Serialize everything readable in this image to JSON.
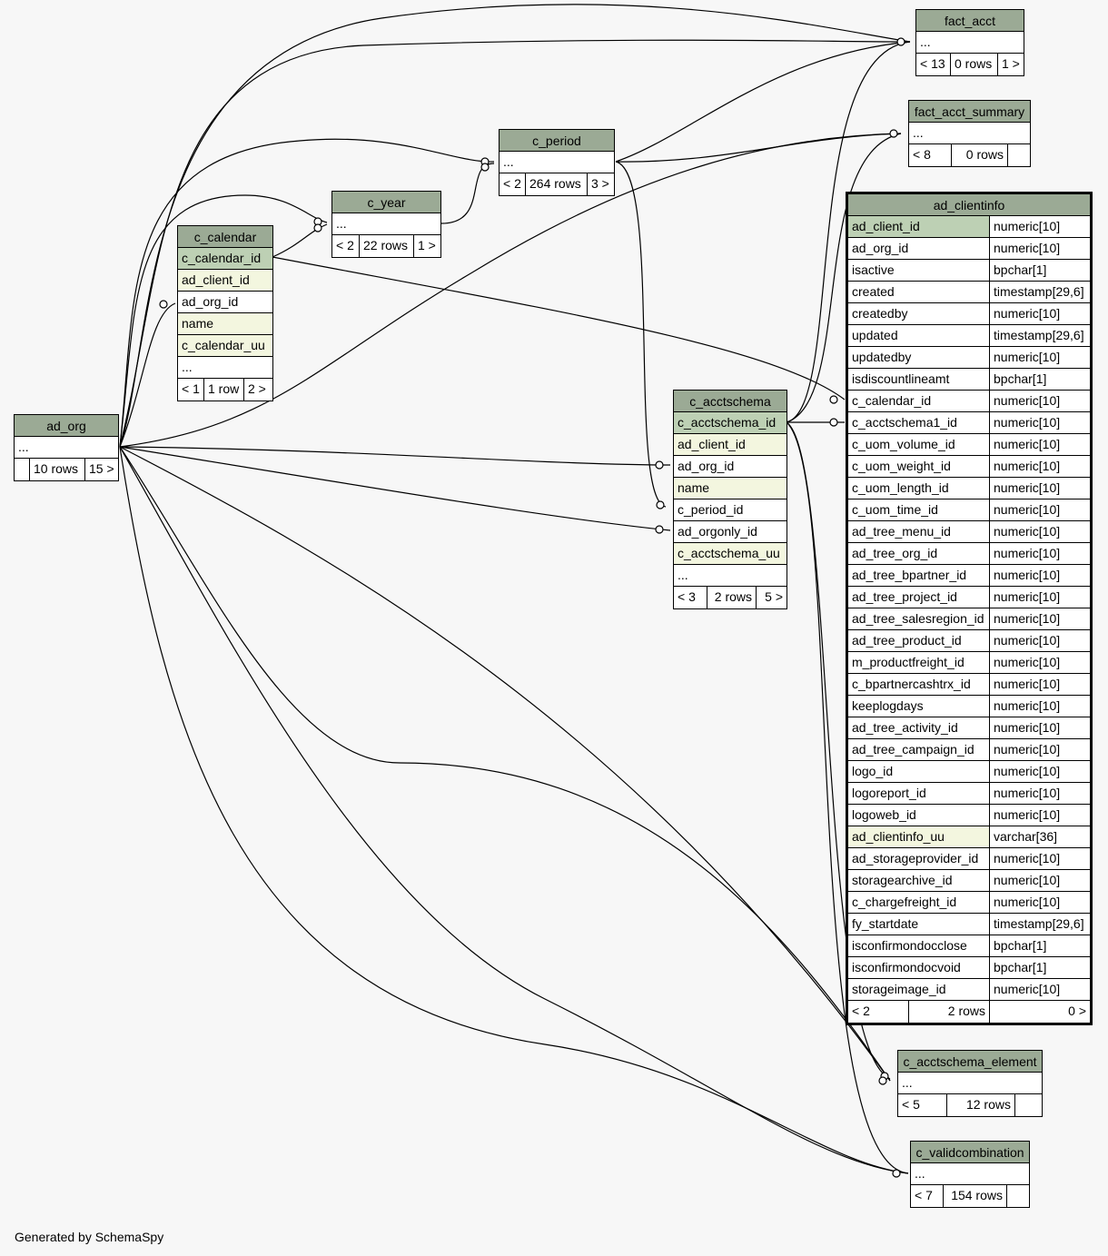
{
  "footer": "Generated by SchemaSpy",
  "tables": {
    "fact_acct": {
      "name": "fact_acct",
      "rows": [
        "..."
      ],
      "footer": [
        "< 13",
        "0 rows",
        "1 >"
      ]
    },
    "fact_acct_summary": {
      "name": "fact_acct_summary",
      "rows": [
        "..."
      ],
      "footer": [
        "< 8",
        "0 rows",
        ""
      ]
    },
    "c_period": {
      "name": "c_period",
      "rows": [
        "..."
      ],
      "footer": [
        "< 2",
        "264 rows",
        "3 >"
      ]
    },
    "c_year": {
      "name": "c_year",
      "rows": [
        "..."
      ],
      "footer": [
        "< 2",
        "22 rows",
        "1 >"
      ]
    },
    "c_calendar": {
      "name": "c_calendar",
      "rows": [
        "c_calendar_id",
        "ad_client_id",
        "ad_org_id",
        "name",
        "c_calendar_uu",
        "..."
      ],
      "footer": [
        "< 1",
        "1 row",
        "2 >"
      ]
    },
    "ad_org": {
      "name": "ad_org",
      "rows": [
        "..."
      ],
      "footer": [
        "",
        "10 rows",
        "15 >"
      ]
    },
    "c_acctschema": {
      "name": "c_acctschema",
      "rows": [
        "c_acctschema_id",
        "ad_client_id",
        "ad_org_id",
        "name",
        "c_period_id",
        "ad_orgonly_id",
        "c_acctschema_uu",
        "..."
      ],
      "footer": [
        "< 3",
        "2 rows",
        "5 >"
      ]
    },
    "c_acctschema_element": {
      "name": "c_acctschema_element",
      "rows": [
        "..."
      ],
      "footer": [
        "< 5",
        "12 rows",
        ""
      ]
    },
    "c_validcombination": {
      "name": "c_validcombination",
      "rows": [
        "..."
      ],
      "footer": [
        "< 7",
        "154 rows",
        ""
      ]
    },
    "ad_clientinfo": {
      "name": "ad_clientinfo",
      "columns": [
        [
          "ad_client_id",
          "numeric[10]"
        ],
        [
          "ad_org_id",
          "numeric[10]"
        ],
        [
          "isactive",
          "bpchar[1]"
        ],
        [
          "created",
          "timestamp[29,6]"
        ],
        [
          "createdby",
          "numeric[10]"
        ],
        [
          "updated",
          "timestamp[29,6]"
        ],
        [
          "updatedby",
          "numeric[10]"
        ],
        [
          "isdiscountlineamt",
          "bpchar[1]"
        ],
        [
          "c_calendar_id",
          "numeric[10]"
        ],
        [
          "c_acctschema1_id",
          "numeric[10]"
        ],
        [
          "c_uom_volume_id",
          "numeric[10]"
        ],
        [
          "c_uom_weight_id",
          "numeric[10]"
        ],
        [
          "c_uom_length_id",
          "numeric[10]"
        ],
        [
          "c_uom_time_id",
          "numeric[10]"
        ],
        [
          "ad_tree_menu_id",
          "numeric[10]"
        ],
        [
          "ad_tree_org_id",
          "numeric[10]"
        ],
        [
          "ad_tree_bpartner_id",
          "numeric[10]"
        ],
        [
          "ad_tree_project_id",
          "numeric[10]"
        ],
        [
          "ad_tree_salesregion_id",
          "numeric[10]"
        ],
        [
          "ad_tree_product_id",
          "numeric[10]"
        ],
        [
          "m_productfreight_id",
          "numeric[10]"
        ],
        [
          "c_bpartnercashtrx_id",
          "numeric[10]"
        ],
        [
          "keeplogdays",
          "numeric[10]"
        ],
        [
          "ad_tree_activity_id",
          "numeric[10]"
        ],
        [
          "ad_tree_campaign_id",
          "numeric[10]"
        ],
        [
          "logo_id",
          "numeric[10]"
        ],
        [
          "logoreport_id",
          "numeric[10]"
        ],
        [
          "logoweb_id",
          "numeric[10]"
        ],
        [
          "ad_clientinfo_uu",
          "varchar[36]"
        ],
        [
          "ad_storageprovider_id",
          "numeric[10]"
        ],
        [
          "storagearchive_id",
          "numeric[10]"
        ],
        [
          "c_chargefreight_id",
          "numeric[10]"
        ],
        [
          "fy_startdate",
          "timestamp[29,6]"
        ],
        [
          "isconfirmondocclose",
          "bpchar[1]"
        ],
        [
          "isconfirmondocvoid",
          "bpchar[1]"
        ],
        [
          "storageimage_id",
          "numeric[10]"
        ]
      ],
      "footer": [
        "< 2",
        "2 rows",
        "0 >"
      ]
    }
  },
  "colors": {
    "header": "#9baa95",
    "primary_key": "#bdd0b4",
    "foreign_key": "#f3f6df",
    "background": "#f7f7f7"
  }
}
